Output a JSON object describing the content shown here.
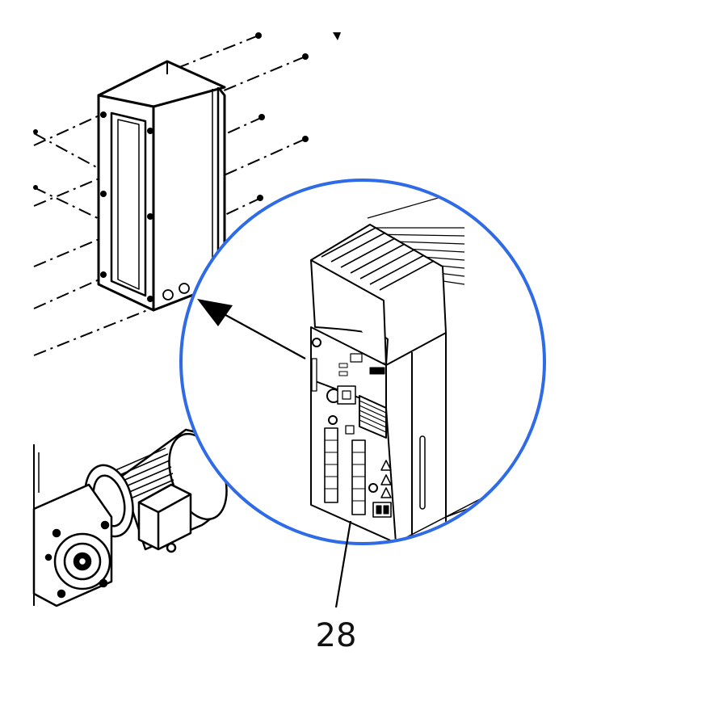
{
  "callout": {
    "label": "28"
  },
  "colors": {
    "detail_circle": "#2f6be6",
    "line": "#000000",
    "background": "#ffffff"
  },
  "parts": {
    "enclosure": "mounting-frame",
    "detail": "drive-unit",
    "motor": "gear-motor",
    "hardware": "mounting-screws"
  },
  "icons": [
    "arrow-icon",
    "warning-icon",
    "rj45-port-icon"
  ]
}
